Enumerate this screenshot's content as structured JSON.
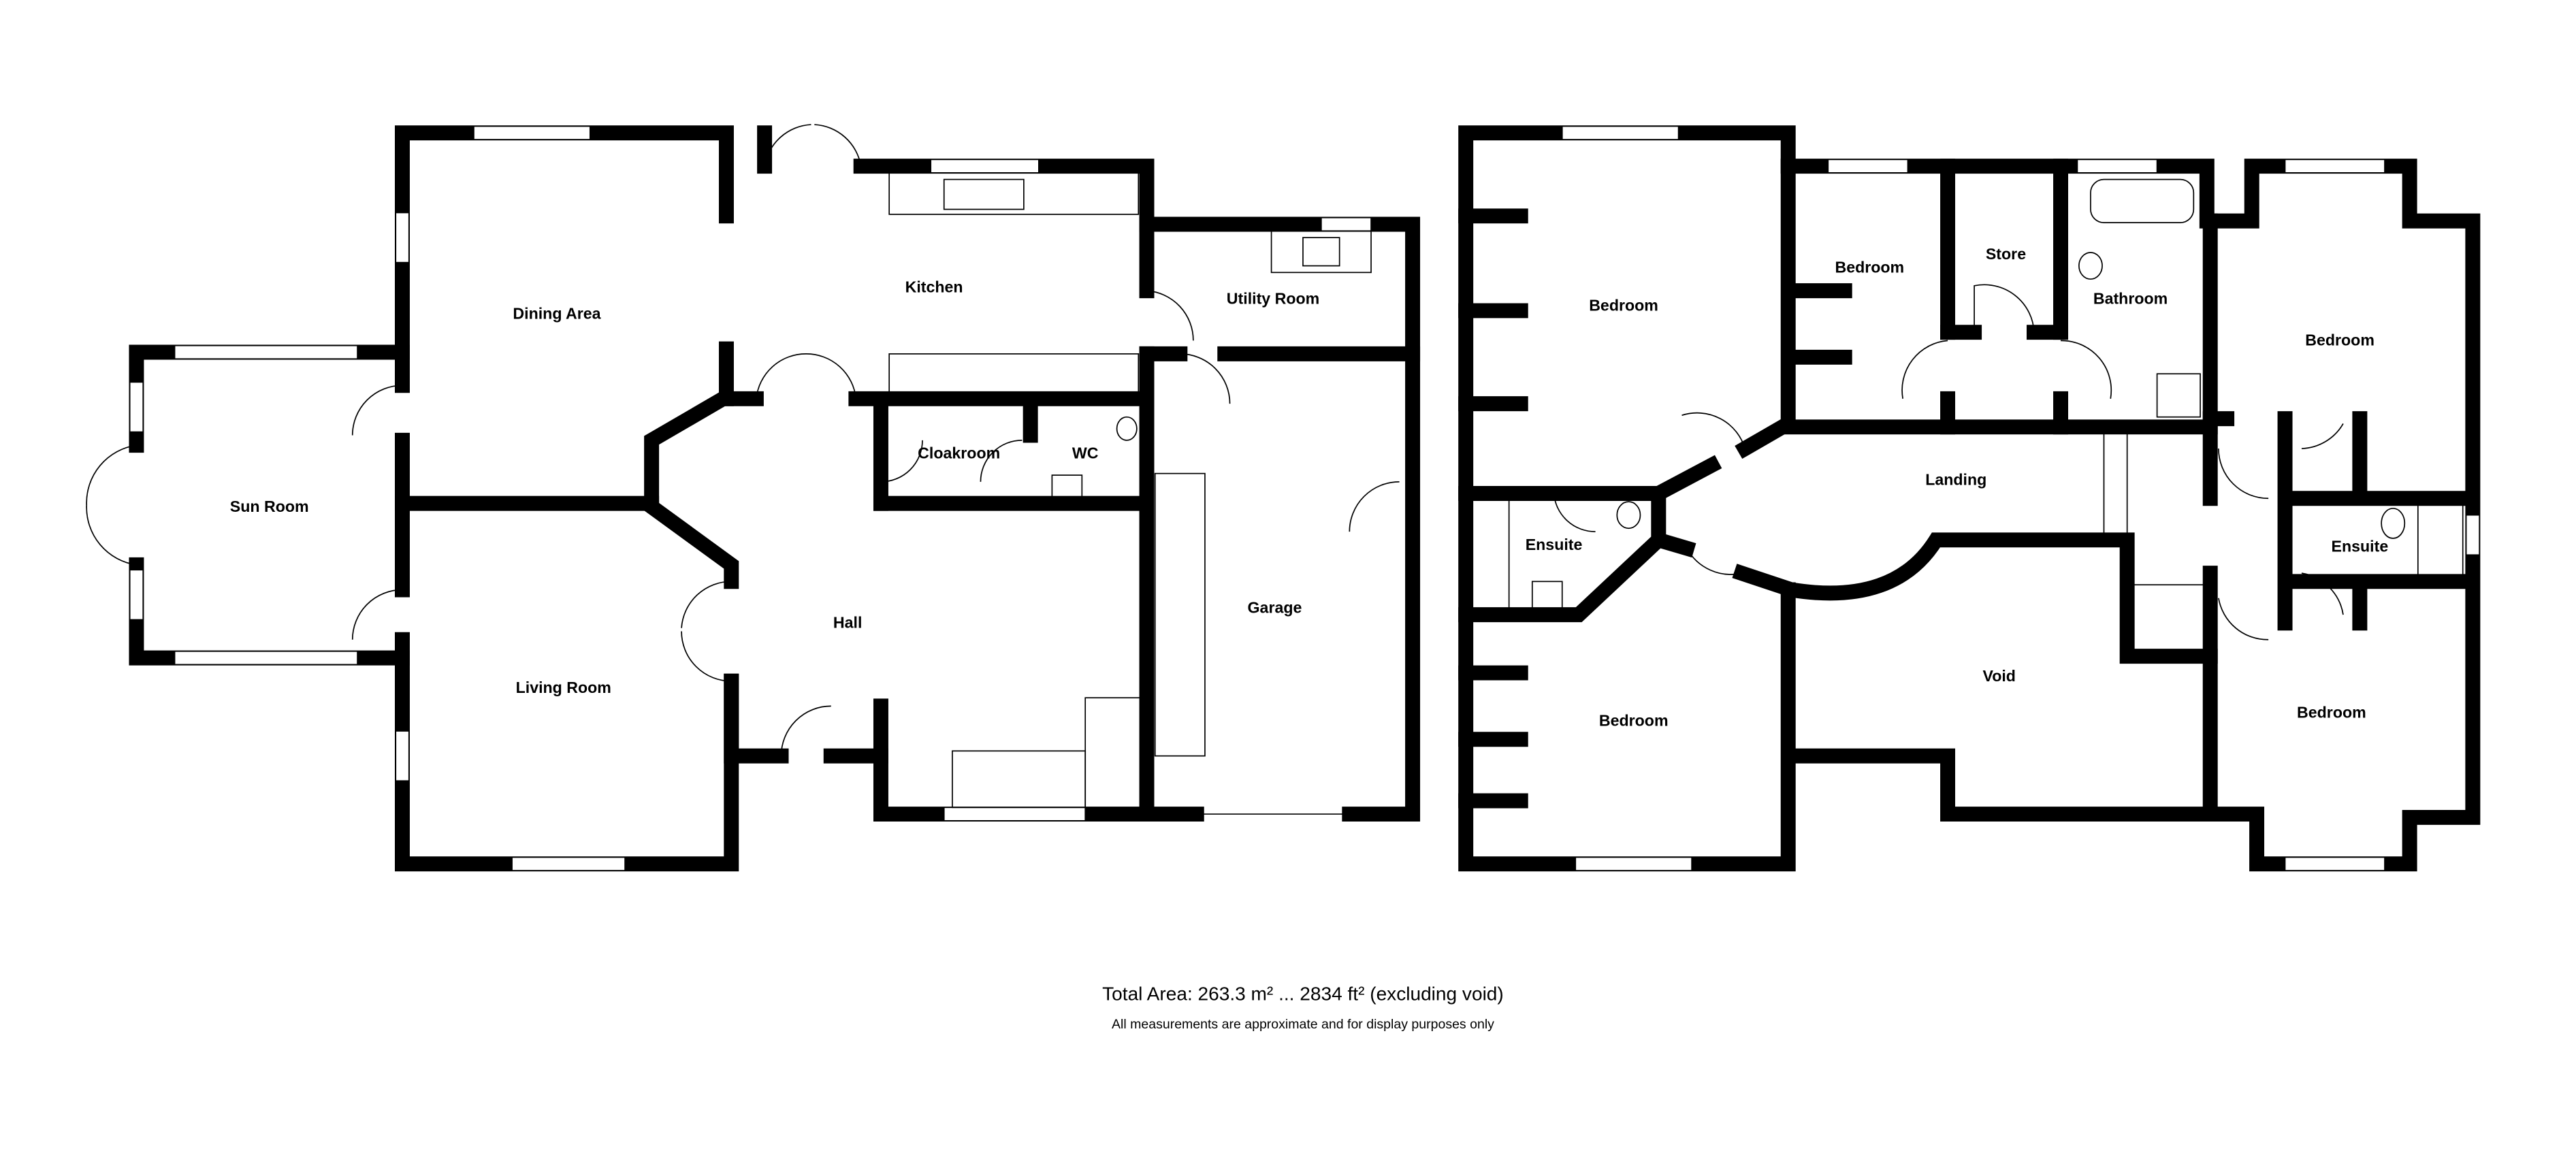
{
  "ground_floor": {
    "rooms": [
      "Dining Area",
      "Kitchen",
      "Utility Room",
      "Sun Room",
      "Cloakroom",
      "WC",
      "Hall",
      "Living Room",
      "Garage"
    ]
  },
  "first_floor": {
    "rooms": [
      "Bedroom",
      "Bedroom",
      "Store",
      "Bathroom",
      "Bedroom",
      "Landing",
      "Ensuite",
      "Ensuite",
      "Void",
      "Bedroom",
      "Bedroom"
    ]
  },
  "footer": {
    "total_area": "Total Area: 263.3 m² ... 2834 ft² (excluding void)",
    "disclaimer": "All measurements are approximate and for display purposes only"
  }
}
